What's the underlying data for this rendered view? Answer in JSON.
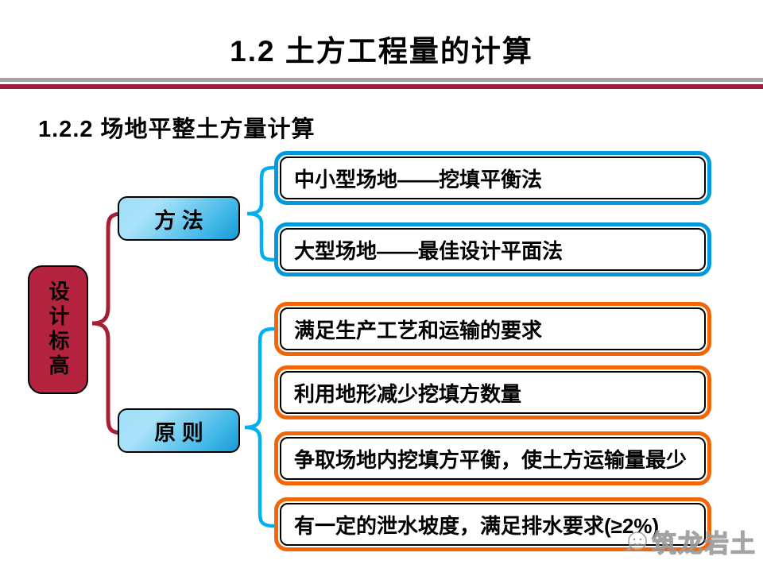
{
  "slide": {
    "title": "1.2 土方工程量的计算",
    "subtitle": "1.2.2 场地平整土方量计算"
  },
  "diagram": {
    "root_label": "设计标高",
    "branches": [
      {
        "label": "方  法",
        "items": [
          "中小型场地——挖填平衡法",
          "大型场地——最佳设计平面法"
        ]
      },
      {
        "label": "原  则",
        "items": [
          "满足生产工艺和运输的要求",
          "利用地形减少挖填方数量",
          "争取场地内挖填方平衡，使土方运输量最少",
          "有一定的泄水坡度，满足排水要求(≥2%)"
        ]
      }
    ]
  },
  "watermark": {
    "text": "筑龙岩土"
  },
  "colors": {
    "rule_gray": "#A3A3A3",
    "rule_maroon": "#9E1B3C",
    "root_box_fill": "#B5243E",
    "red_brace": "#A81F35",
    "cyan_brace": "#00B0F0",
    "blue_box_border": "#0099DB",
    "orange_box_border": "#F2660A",
    "gradient_blue_light": "#A8E2F8",
    "gradient_blue_dark": "#149CD8",
    "watermark_gray": "#9A9A9A"
  }
}
